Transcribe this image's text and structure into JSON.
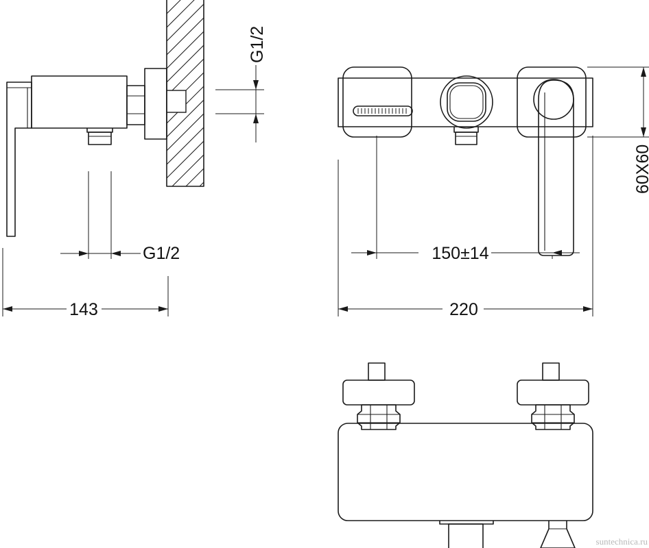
{
  "labels": {
    "side_inlet_thread": "G1/2",
    "side_outlet_thread": "G1/2",
    "side_depth": "143",
    "front_outlet_offset": "150±14",
    "front_width": "220",
    "front_wall_plate": "60X60"
  },
  "watermark": "suntechnica.ru"
}
